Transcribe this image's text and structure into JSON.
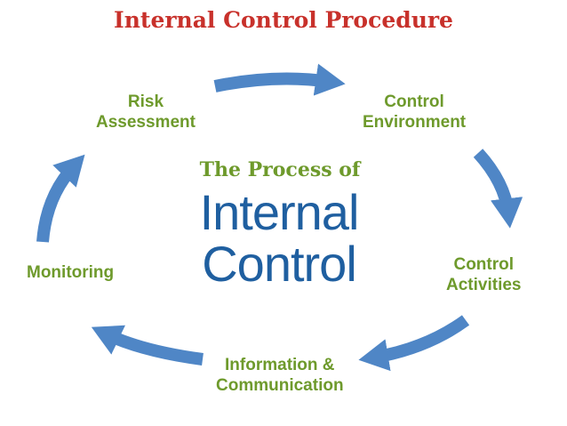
{
  "title": "Internal Control Procedure",
  "center": {
    "subtitle": "The Process of",
    "line1": "Internal",
    "line2": "Control"
  },
  "steps": [
    {
      "line1": "Control",
      "line2": "Environment"
    },
    {
      "line1": "Control",
      "line2": "Activities"
    },
    {
      "line1": "Information &",
      "line2": "Communication"
    },
    {
      "line1": "Monitoring",
      "line2": ""
    },
    {
      "line1": "Risk",
      "line2": "Assessment"
    }
  ],
  "colors": {
    "title": "#c8312b",
    "step_text": "#6e9a2c",
    "center_main": "#1f5fa0",
    "arrow": "#4f86c6"
  }
}
